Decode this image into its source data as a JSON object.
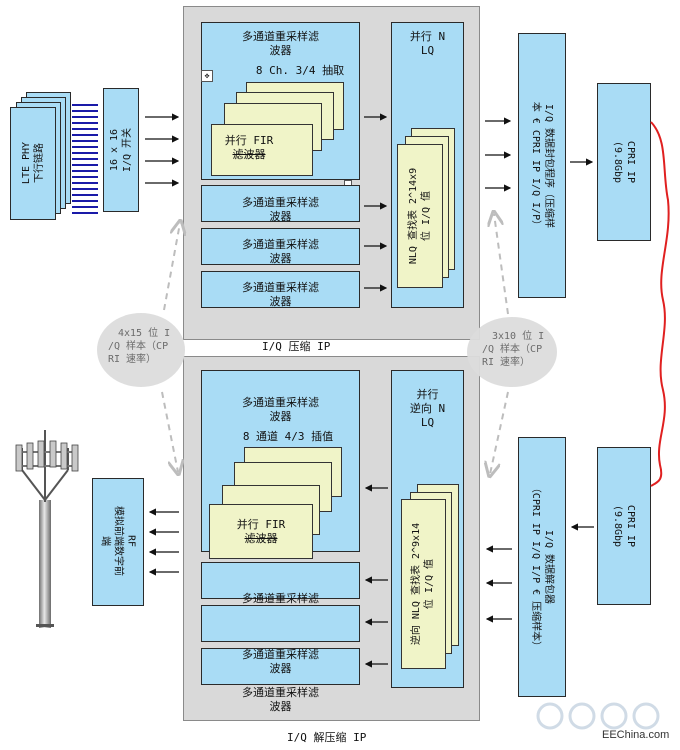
{
  "top_panel": {
    "title": "I/Q 压缩 IP",
    "filter_group_line1": "多通道重采样滤",
    "filter_group_line2": "波器",
    "filter_group_sub": "8 Ch. 3/4 抽取",
    "fir_line1": "并行 FIR",
    "fir_line2": "滤波器",
    "filter_line1": "多通道重采样滤",
    "filter_line2": "波器",
    "nlq_title_line1": "并行 N",
    "nlq_title_line2": "LQ",
    "nlq_card_line1": "NLQ 查找表 2^14x9",
    "nlq_card_line2": "位 I/Q 值"
  },
  "bottom_panel": {
    "title": "I/Q 解压缩 IP",
    "filter_group_line1": "多通道重采样滤",
    "filter_group_line2": "波器",
    "filter_group_sub": "8 通道 4/3 插值",
    "fir_line1": "并行 FIR",
    "fir_line2": "滤波器",
    "filter_line1": "多通道重采样滤",
    "filter_line2": "波器",
    "nlq_title_line1": "并行",
    "nlq_title_line2": "逆向 N",
    "nlq_title_line3": "LQ",
    "nlq_card_line1": "逆向 NLQ 查找表 2^9x14",
    "nlq_card_line2": "位 I/Q 值"
  },
  "left": {
    "lte_line1": "LTE PHY",
    "lte_line2": "下行链路",
    "switch_line1": "16 x 16",
    "switch_line2": "I/Q 开关",
    "rf_line1": "RF",
    "rf_line2": "模拟前端数字前",
    "rf_line3": "端"
  },
  "right": {
    "packer_line1": "I/Q 数据封包程序（压缩样",
    "packer_line2": "本 € CPRI IP I/Q I/P）",
    "cpri_top_line1": "CPRI IP",
    "cpri_top_line2": "(9.8Gbp",
    "unpacker_line1": "I/Q 数据解包器",
    "unpacker_line2": "（CPRI IP I/Q I/P € 压缩样本）",
    "cpri_bottom_line1": "CPRI IP",
    "cpri_bottom_line2": "(9.8Gbp"
  },
  "ellipses": {
    "left_line1": "4x15 位 I",
    "left_line2": "/Q 样本（CP",
    "left_line3": "RI 速率）",
    "right_line1": "3x10 位 I",
    "right_line2": "/Q 样本（CP",
    "right_line3": "RI 速率）"
  },
  "watermark": "EEChina.com",
  "colors": {
    "panel": "#d9d9d9",
    "block_blue": "#a9dcf5",
    "fir_yellow": "#f0f4c8",
    "link_red": "#e02020"
  }
}
